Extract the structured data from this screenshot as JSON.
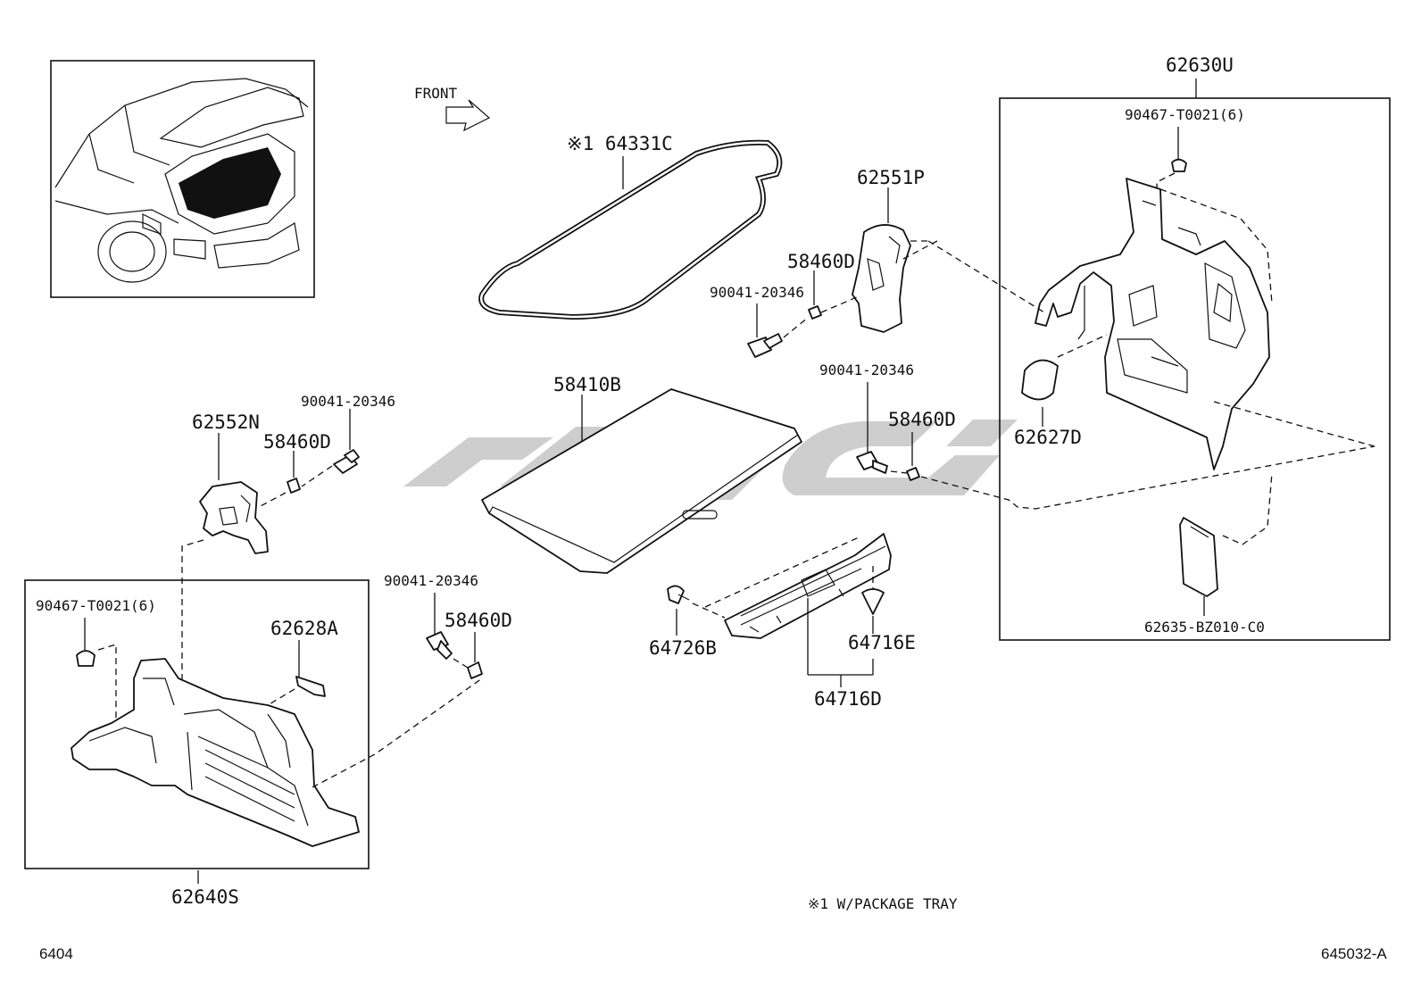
{
  "labels": {
    "front": "FRONT",
    "p64331c": "※1 64331C",
    "p58410b": "58410B",
    "p62551p": "62551P",
    "p58460d_top": "58460D",
    "p90041_top": "90041-20346",
    "p62552n": "62552N",
    "p58460d_left": "58460D",
    "p90041_left": "90041-20346",
    "p90467_left": "90467-T0021(6)",
    "p62628a": "62628A",
    "p62640s": "62640S",
    "p90041_mid": "90041-20346",
    "p58460d_mid": "58460D",
    "p90041_right": "90041-20346",
    "p58460d_right": "58460D",
    "p64726b": "64726B",
    "p64716e": "64716E",
    "p64716d": "64716D",
    "p62630u": "62630U",
    "p90467_right": "90467-T0021(6)",
    "p62627d": "62627D",
    "p62635": "62635-BZ010-C0",
    "note": "※1 W/PACKAGE TRAY",
    "page_left": "6404",
    "page_right": "645032-A"
  },
  "colors": {
    "ink": "#111111",
    "watermark": "#c9c9c9",
    "cargo_area": "#111111"
  },
  "watermark_icon": "logo-watermark"
}
